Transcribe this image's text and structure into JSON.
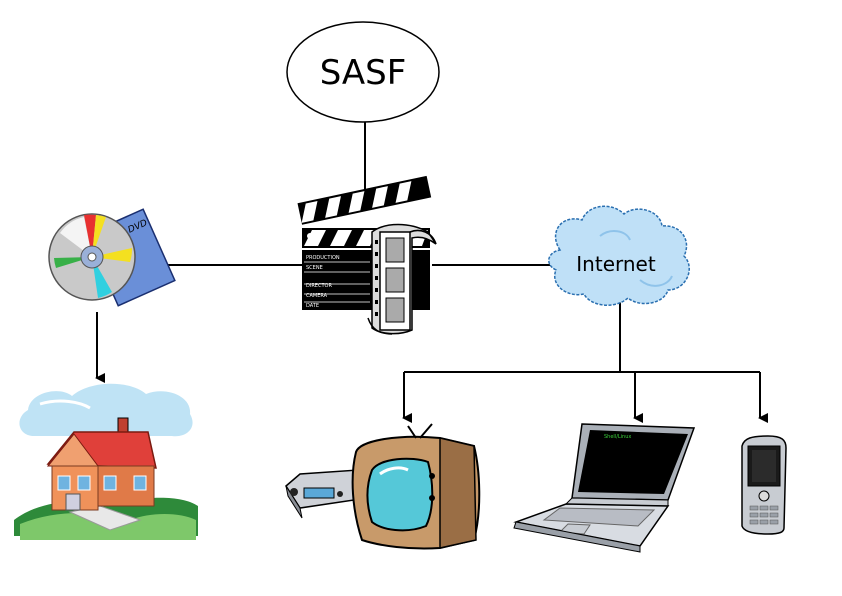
{
  "diagram": {
    "root_label": "SASF",
    "network_label": "Internet",
    "clapper": {
      "fields": [
        "PRODUCTION",
        "SCENE",
        "DIRECTOR",
        "CAMERA",
        "DATE"
      ]
    },
    "dvd": {
      "label": "DVD"
    },
    "laptop": {
      "screen_text": "Shell/Linux"
    }
  },
  "colors": {
    "line": "#000000",
    "cloud_fill": "#bfe0f7",
    "cloud_stroke": "#2a6fb0",
    "dvd_case": "#6a8fd8",
    "house_roof": "#e0403a",
    "house_wall": "#f0925a",
    "tv_body": "#c89a6a",
    "tv_screen": "#55c8d8"
  }
}
